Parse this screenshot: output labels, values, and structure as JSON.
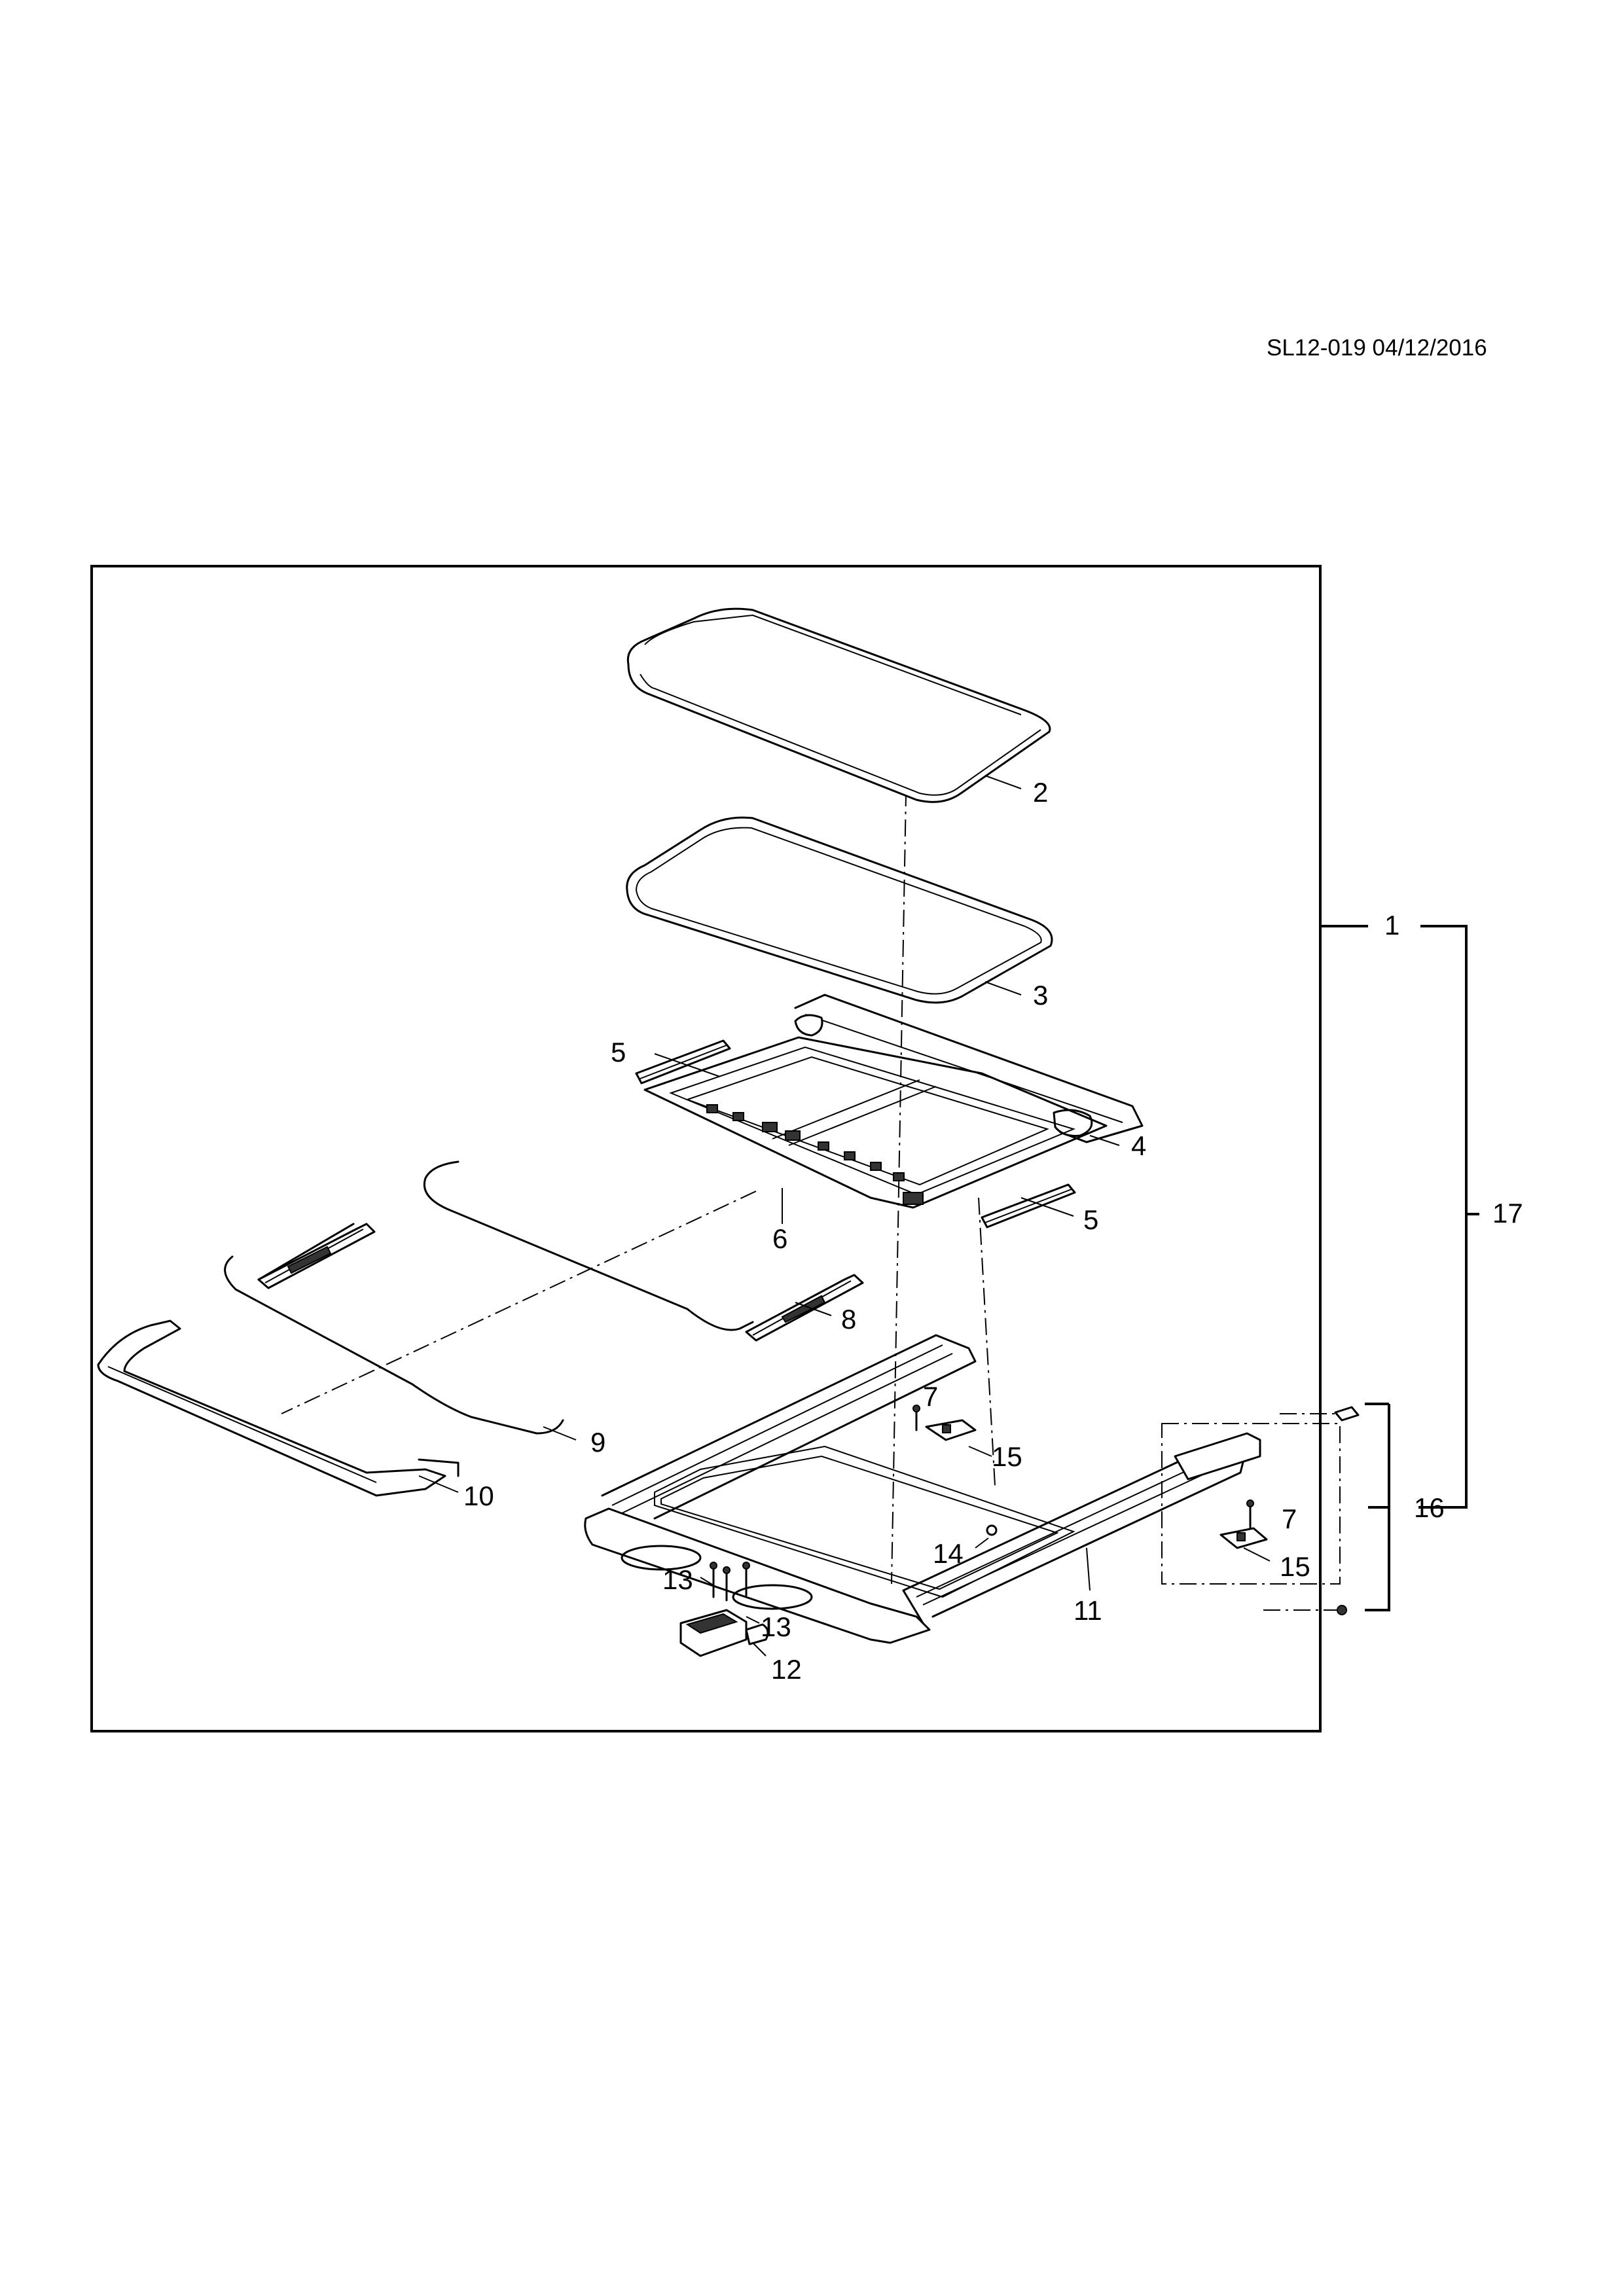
{
  "reference": "SL12-019 04/12/2016",
  "callouts": {
    "c1": "1",
    "c2": "2",
    "c3": "3",
    "c4": "4",
    "c5a": "5",
    "c5b": "5",
    "c6": "6",
    "c7a": "7",
    "c7b": "7",
    "c8": "8",
    "c9": "9",
    "c10": "10",
    "c11": "11",
    "c12": "12",
    "c13a": "13",
    "c13b": "13",
    "c14": "14",
    "c15a": "15",
    "c15b": "15",
    "c16": "16",
    "c17": "17"
  }
}
